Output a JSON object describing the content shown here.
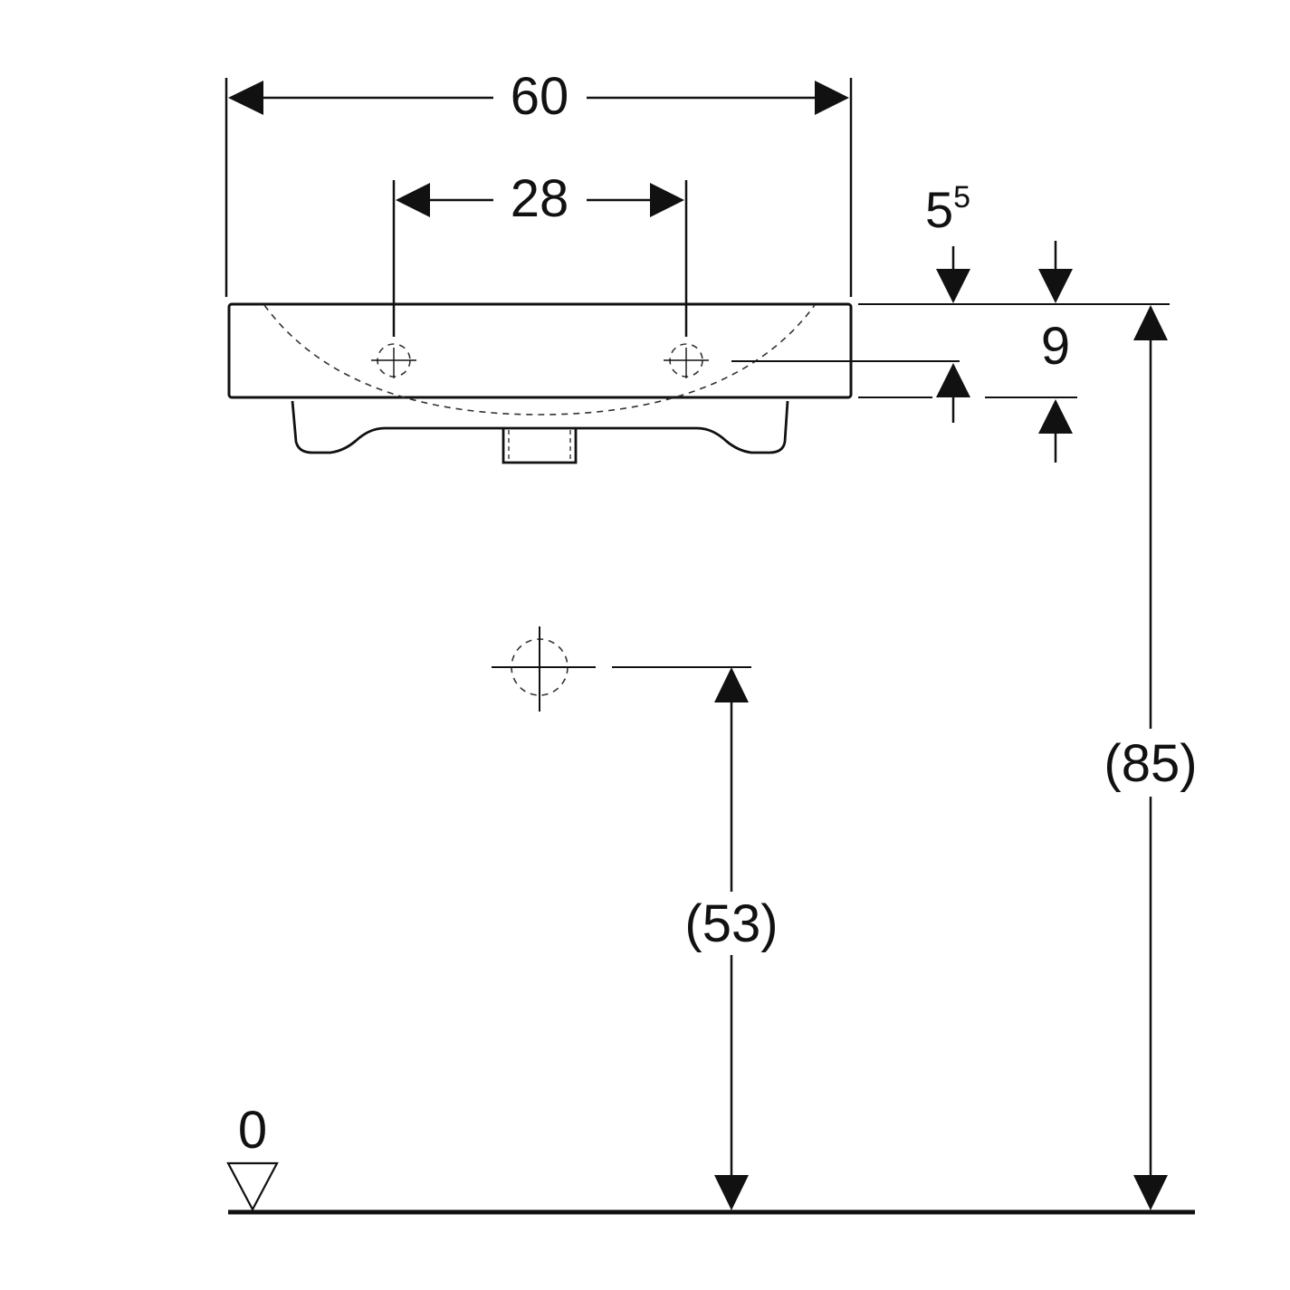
{
  "drawing": {
    "dimensions": {
      "overall_width": "60",
      "tap_hole_spacing": "28",
      "depth_upper_base": "5",
      "depth_upper_sup": "5",
      "rim_to_overflow": "9",
      "drain_height": "(53)",
      "rim_height": "(85)",
      "floor_level": "0"
    }
  }
}
